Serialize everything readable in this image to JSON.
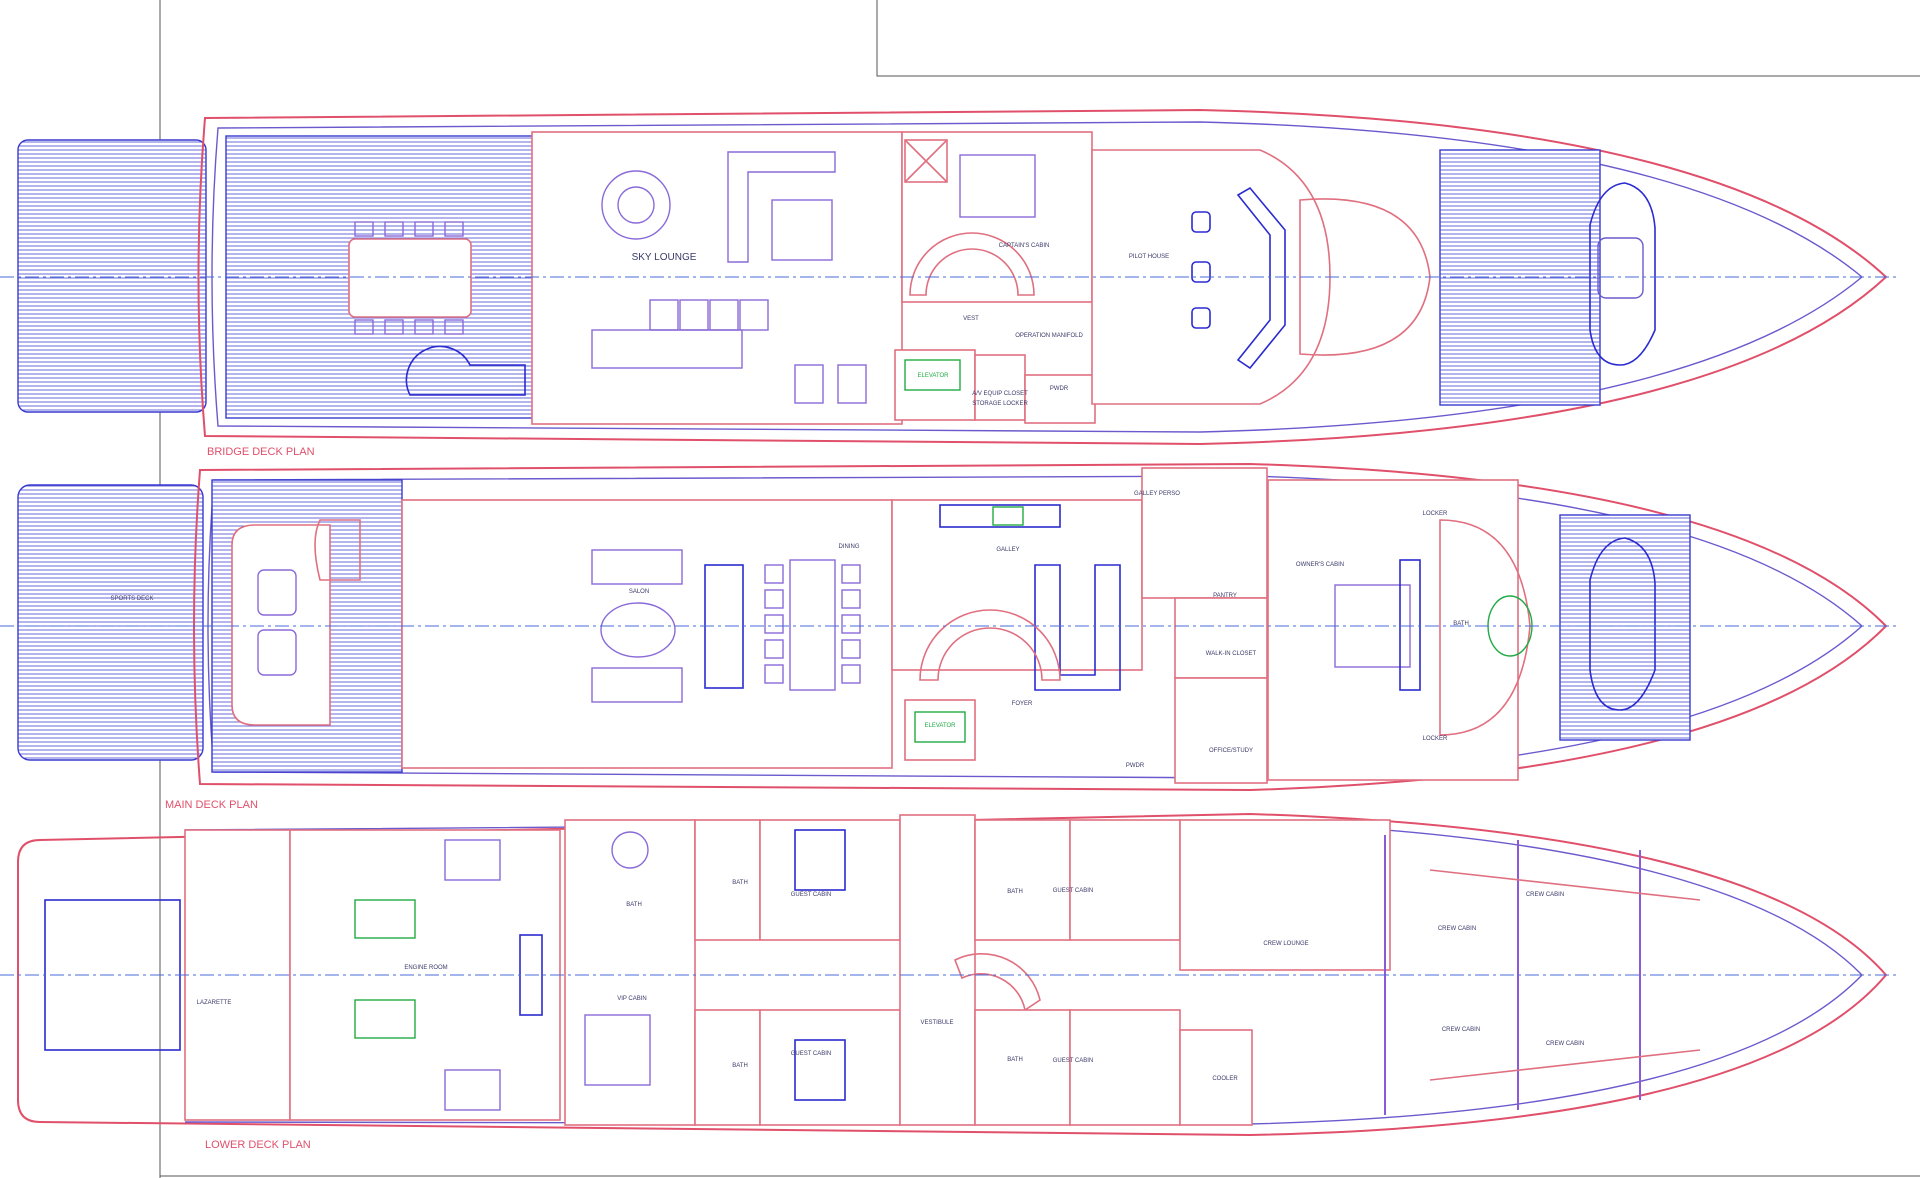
{
  "bridge_deck": {
    "title": "BRIDGE DECK PLAN",
    "rooms": [
      "SKY LOUNGE",
      "CAPTAIN'S CABIN",
      "PILOT HOUSE",
      "VEST",
      "ELEVATOR",
      "STORAGE LOCKER",
      "A/V EQUIP CLOSET",
      "PWDR",
      "OPERATION MANIFOLD"
    ]
  },
  "main_deck": {
    "title": "MAIN DECK PLAN",
    "rooms": [
      "SPORTS DECK",
      "SALON",
      "DINING",
      "GALLEY",
      "FOYER",
      "GALLEY PERSO",
      "PANTRY",
      "WALK-IN CLOSET",
      "OFFICE/STUDY",
      "OWNER'S CABIN",
      "BATH",
      "PWDR",
      "ELEVATOR",
      "LOCKER",
      "LOCKER"
    ]
  },
  "lower_deck": {
    "title": "LOWER DECK PLAN",
    "rooms": [
      "LAZARETTE",
      "ENGINE ROOM",
      "BATH",
      "VIP CABIN",
      "BATH",
      "BATH",
      "GUEST CABIN",
      "GUEST CABIN",
      "VESTIBULE",
      "BATH",
      "BATH",
      "GUEST CABIN",
      "GUEST CABIN",
      "CREW LOUNGE",
      "COOLER",
      "CREW CABIN",
      "CREW CABIN",
      "CREW CABIN",
      "CREW CABIN"
    ]
  },
  "colors": {
    "hull": "#e0506a",
    "deck": "#3a3ad0",
    "furniture": "#8a6ad8",
    "fixtures": "#22aa44"
  }
}
